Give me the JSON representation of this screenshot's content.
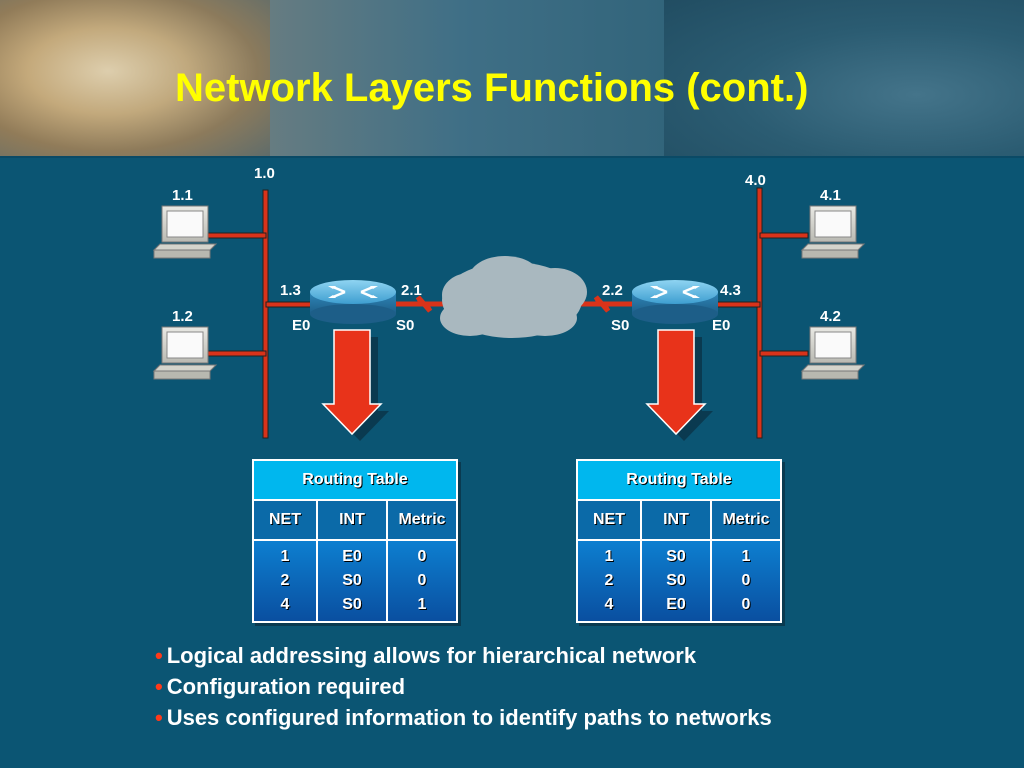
{
  "slide": {
    "title": "Network Layers Functions (cont.)"
  },
  "colors": {
    "background": "#0b5573",
    "title": "#ffff00",
    "link": "#d9331a",
    "table_header": "#00b7ee",
    "table_body": "#0b6aa8"
  },
  "network": {
    "left_network": "1.0",
    "right_network": "4.0",
    "hosts": {
      "h11": "1.1",
      "h12": "1.2",
      "h41": "4.1",
      "h42": "4.2"
    },
    "router_left": {
      "e_addr": "1.3",
      "s_addr": "2.1",
      "e_iface": "E0",
      "s_iface": "S0"
    },
    "router_right": {
      "s_addr": "2.2",
      "e_addr": "4.3",
      "s_iface": "S0",
      "e_iface": "E0"
    }
  },
  "tables": {
    "left": {
      "title": "Routing Table",
      "headers": [
        "NET",
        "INT",
        "Metric"
      ],
      "net": [
        "1",
        "2",
        "4"
      ],
      "int": [
        "E0",
        "S0",
        "S0"
      ],
      "metric": [
        "0",
        "0",
        "1"
      ]
    },
    "right": {
      "title": "Routing Table",
      "headers": [
        "NET",
        "INT",
        "Metric"
      ],
      "net": [
        "1",
        "2",
        "4"
      ],
      "int": [
        "S0",
        "S0",
        "E0"
      ],
      "metric": [
        "1",
        "0",
        "0"
      ]
    }
  },
  "bullets": [
    "Logical addressing allows for hierarchical network",
    "Configuration required",
    "Uses configured information to identify paths to networks"
  ]
}
